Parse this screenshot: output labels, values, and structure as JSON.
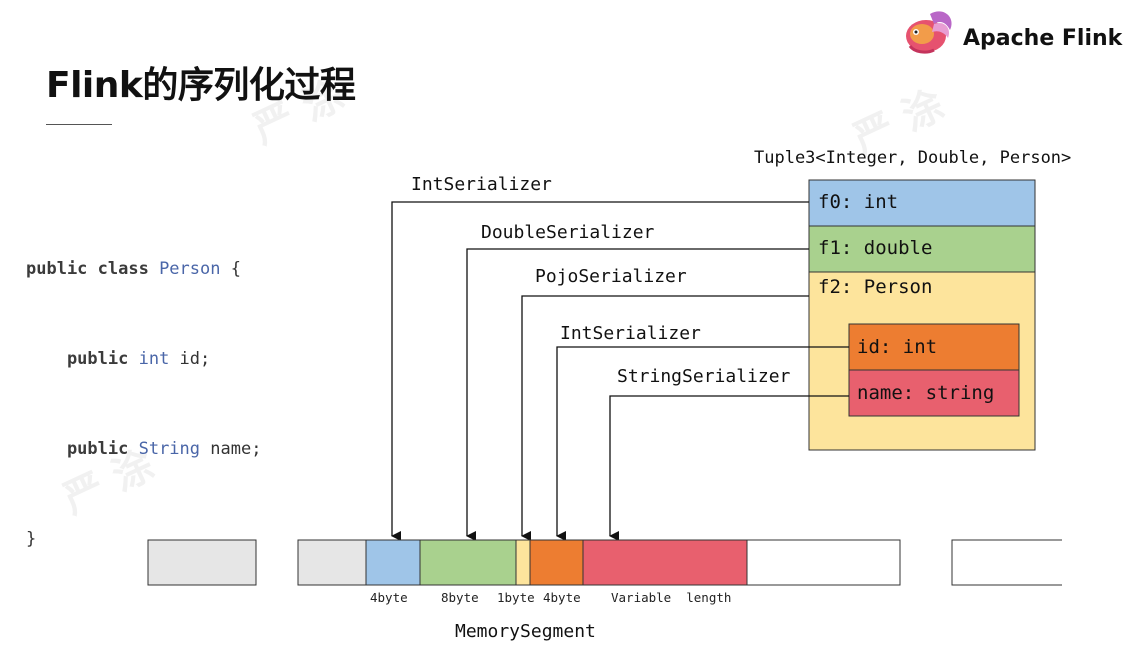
{
  "header": {
    "title": "Flink的序列化过程",
    "brand": "Apache Flink",
    "logo_icon": "flink-squirrel-logo-icon"
  },
  "code": {
    "lines": [
      {
        "kw": "public class ",
        "ty": "Person",
        "rest": " {"
      },
      {
        "kw": "    public ",
        "ty": "int",
        "rest": " id;"
      },
      {
        "kw": "    public ",
        "ty": "String",
        "rest": " name;"
      },
      {
        "kw": "",
        "ty": "",
        "rest": "}"
      }
    ]
  },
  "tuple": {
    "title": "Tuple3<Integer, Double, Person>",
    "f0": "f0:  int",
    "f1": "f1:  double",
    "f2": "f2:  Person",
    "id": "id:  int",
    "name": "name: string"
  },
  "serializers": {
    "int1": "IntSerializer",
    "double": "DoubleSerializer",
    "pojo": "PojoSerializer",
    "int2": "IntSerializer",
    "string": "StringSerializer"
  },
  "segment": {
    "label": "MemorySegment",
    "sizes": {
      "s1": "4byte",
      "s2": "8byte",
      "s3": "1byte",
      "s4": "4byte",
      "s5": "Variable  length"
    }
  },
  "colors": {
    "blue": "#9fc5e8",
    "green": "#a9d18e",
    "yellow": "#fde49c",
    "orange": "#ed7d31",
    "red": "#e8606e",
    "gray": "#e6e6e6"
  }
}
